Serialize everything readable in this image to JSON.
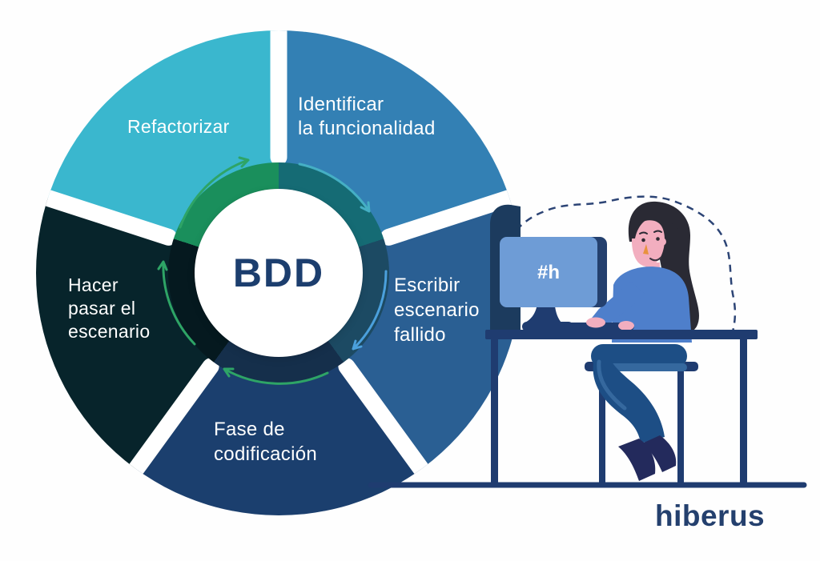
{
  "background": "#FEFEFE",
  "brand": {
    "logo_text": "hiberus",
    "logo_color": "#24406E"
  },
  "wheel": {
    "center_label": "BDD",
    "center_label_color": "#1C3E6E",
    "label_color": "#FFFFFF",
    "segments": [
      {
        "name": "identificar-la-funcionalidad",
        "label": "Identificar\nla funcionalidad",
        "color": "#3380B4",
        "ring_color": "#156B74",
        "arrow_color": "#45AFC4"
      },
      {
        "name": "escribir-escenario-fallido",
        "label": "Escribir\nescenario\nfallido",
        "color": "#2A5F93",
        "ring_color": "#1C4A63",
        "arrow_color": "#4BA0DC"
      },
      {
        "name": "fase-de-codificacion",
        "label": "Fase de\ncodificación",
        "color": "#1B3F6E",
        "ring_color": "#152F4B",
        "arrow_color": "#2EA466"
      },
      {
        "name": "hacer-pasar-el-escenario",
        "label": "Hacer\npasar el\nescenario",
        "color": "#07242B",
        "ring_color": "#05191F",
        "arrow_color": "#2EA466"
      },
      {
        "name": "refactorizar",
        "label": "Refactorizar",
        "color": "#3AB7CE",
        "ring_color": "#1A8F5C",
        "arrow_color": "#2EA466"
      }
    ]
  },
  "illustration": {
    "monitor_text": "#h",
    "monitor_text_color": "#FFFFFF",
    "monitor_color": "#6E9CD6",
    "monitor_edge_color": "#24406E",
    "furniture_color": "#1F3C70",
    "dashed_outline_color": "#2C4475",
    "dark_backdrop_color": "#1C3B5E",
    "hair_color": "#2A2A34",
    "skin_color": "#F2AEBF",
    "eye_color": "#2F2B33",
    "nose_color": "#E8923E",
    "mouth_color": "#3A3340",
    "sweater_color": "#4E7FCB",
    "pants_color": "#1D4E85",
    "pants_highlight_color": "#35689E",
    "shoe_color": "#232A5C"
  }
}
